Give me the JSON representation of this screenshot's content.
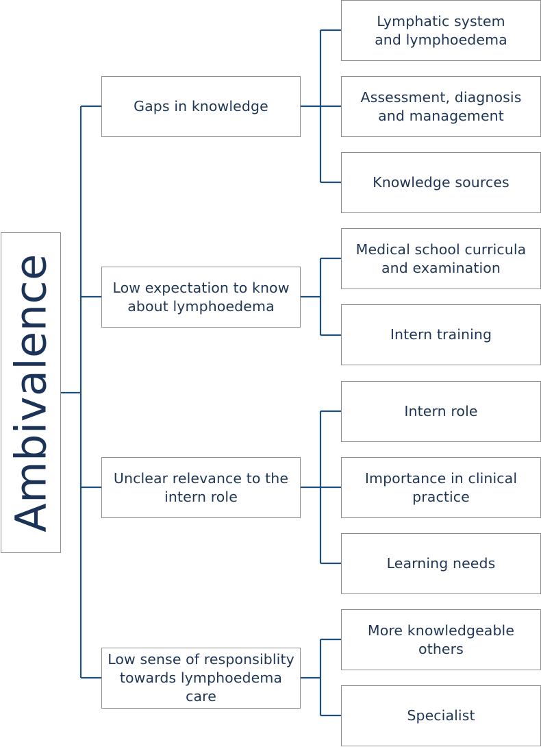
{
  "root": {
    "label": "Ambivalence"
  },
  "themes": [
    {
      "label": "Gaps in knowledge",
      "subthemes": [
        "Lymphatic system and lymphoedema",
        "Assessment, diagnosis and management",
        "Knowledge sources"
      ]
    },
    {
      "label": "Low expectation to know about lymphoedema",
      "subthemes": [
        "Medical school curricula and examination",
        "Intern training"
      ]
    },
    {
      "label": "Unclear relevance to the intern role",
      "subthemes": [
        "Intern role",
        "Importance in clinical practice",
        "Learning needs"
      ]
    },
    {
      "label": "Low sense of responsiblity towards lymphoedema care",
      "subthemes": [
        "More knowledgeable others",
        "Specialist"
      ]
    }
  ],
  "colors": {
    "connector": "#1f4e79",
    "text": "#1f3556",
    "border": "#8c8c8c"
  }
}
